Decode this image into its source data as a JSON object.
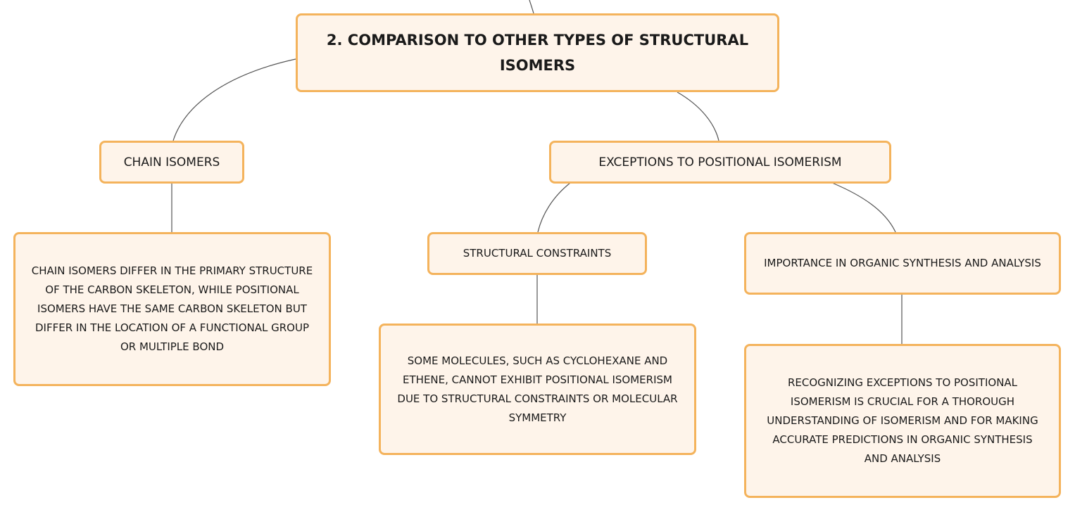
{
  "diagram": {
    "title": "2. Comparison to other types of structural isomers",
    "branches": {
      "chain": {
        "label": "Chain isomers",
        "detail": "Chain isomers differ in the primary structure of the carbon skeleton, while positional isomers have the same carbon skeleton but differ in the location of a functional group or multiple bond"
      },
      "exceptions": {
        "label": "Exceptions to positional isomerism",
        "constraints": {
          "label": "Structural constraints",
          "detail": "Some molecules, such as cyclohexane and ethene, cannot exhibit positional isomerism due to structural constraints or molecular symmetry"
        },
        "importance": {
          "label": "Importance in organic synthesis and analysis",
          "detail": "Recognizing exceptions to positional isomerism is crucial for a thorough understanding of isomerism and for making accurate predictions in organic synthesis and analysis"
        }
      }
    }
  },
  "colors": {
    "node_fill": "#fef4ea",
    "node_border": "#f4b35c",
    "connector": "#555555"
  }
}
